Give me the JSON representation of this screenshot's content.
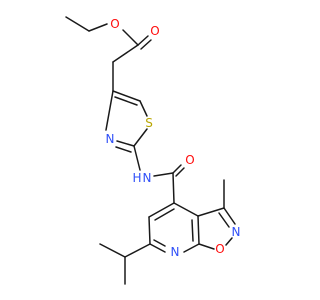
{
  "atoms": [
    {
      "id": "O_ester",
      "symbol": "O",
      "color": "#ff0d0d"
    },
    {
      "id": "O_carbonyl_ester",
      "symbol": "O",
      "color": "#ff0d0d"
    },
    {
      "id": "S_thiazole",
      "symbol": "S",
      "color": "#b8a600"
    },
    {
      "id": "N_thiazole",
      "symbol": "N",
      "color": "#3050f8"
    },
    {
      "id": "NH_amide",
      "symbol": "N",
      "color": "#3050f8"
    },
    {
      "id": "H_amide",
      "symbol": "H",
      "color": "#3050f8"
    },
    {
      "id": "O_amide",
      "symbol": "O",
      "color": "#ff0d0d"
    },
    {
      "id": "N_isoxazole",
      "symbol": "N",
      "color": "#3050f8"
    },
    {
      "id": "O_isoxazole",
      "symbol": "O",
      "color": "#ff0d0d"
    },
    {
      "id": "N_pyridine",
      "symbol": "N",
      "color": "#3050f8"
    }
  ],
  "bond_color": "#1a1a1a"
}
